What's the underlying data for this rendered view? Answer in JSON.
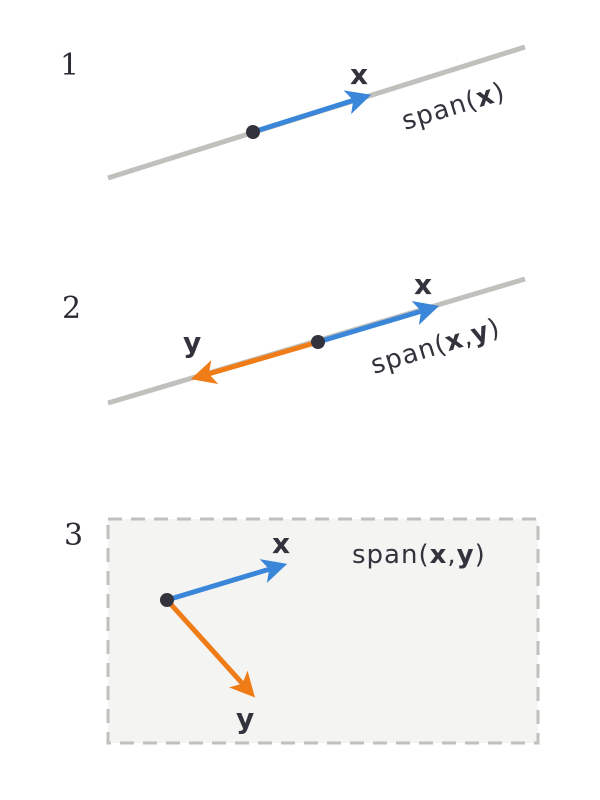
{
  "colors": {
    "x_vector": "#3a86d8",
    "y_vector": "#f07c18",
    "span_line": "#c0c0bc",
    "origin": "#33333d",
    "plane_fill": "#f4f4f3",
    "plane_border": "#c0c0bc"
  },
  "panels": [
    {
      "number": "1",
      "x_label": "x",
      "span": {
        "prefix": "span(",
        "v1": "x",
        "sep": "",
        "v2": "",
        "suffix": ")"
      }
    },
    {
      "number": "2",
      "x_label": "x",
      "y_label": "y",
      "span": {
        "prefix": "span(",
        "v1": "x",
        "sep": ",",
        "v2": "y",
        "suffix": ")"
      }
    },
    {
      "number": "3",
      "x_label": "x",
      "y_label": "y",
      "span": {
        "prefix": "span(",
        "v1": "x",
        "sep": ",",
        "v2": "y",
        "suffix": ")"
      }
    }
  ]
}
